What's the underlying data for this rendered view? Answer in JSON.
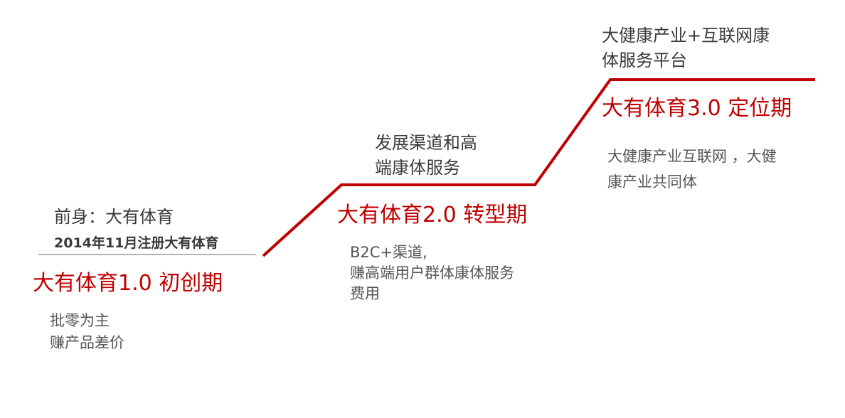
{
  "colors": {
    "accent": "#c00000",
    "heading_text": "#3a3a3a",
    "body_text": "#555555"
  },
  "stage1": {
    "predecessor": "前身：大有体育",
    "registration": "2014年11月注册大有体育",
    "title": "大有体育1.0  初创期",
    "desc_line1": "批零为主",
    "desc_line2": "赚产品差价"
  },
  "stage2": {
    "heading_line1": "发展渠道和高",
    "heading_line2": "端康体服务",
    "title": "大有体育2.0  转型期",
    "desc_line1": "B2C+渠道,",
    "desc_line2": "赚高端用户群体康体服务",
    "desc_line3": "费用"
  },
  "stage3": {
    "heading_line1": "大健康产业+互联网康",
    "heading_line2": "体服务平台",
    "title": "大有体育3.0  定位期",
    "desc_line1": "大健康产业互联网 ，大健",
    "desc_line2": "康产业共同体"
  }
}
